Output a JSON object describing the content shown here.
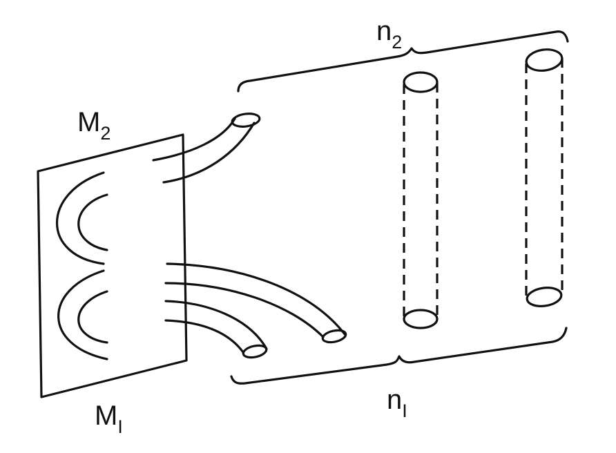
{
  "labels": {
    "m2": {
      "main": "M",
      "sub": "2"
    },
    "m1": {
      "main": "M",
      "sub": "I"
    },
    "n2": {
      "main": "n",
      "sub": "2"
    },
    "n1": {
      "main": "n",
      "sub": "I"
    }
  }
}
